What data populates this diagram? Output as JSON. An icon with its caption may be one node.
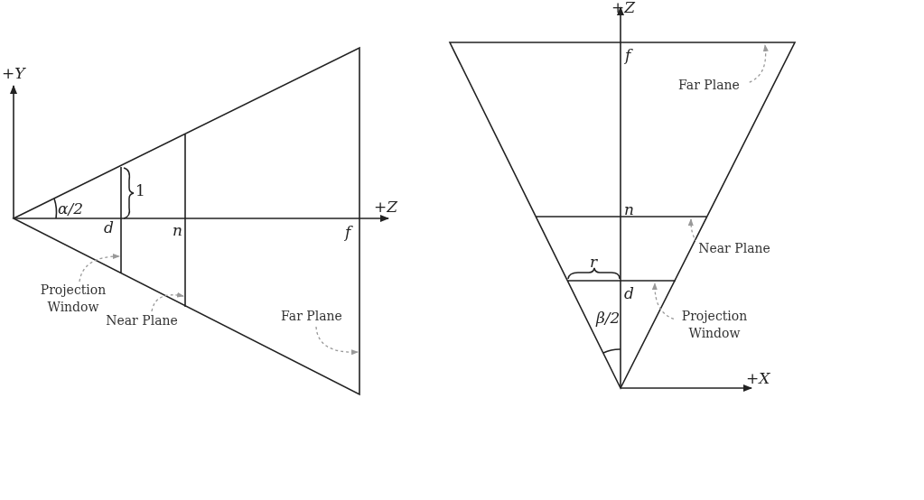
{
  "diagram": {
    "nodes": [
      {
        "text": [
          "Projection Window"
        ]
      },
      {
        "text": [
          "Near Plane"
        ]
      },
      {
        "text": [
          "Far Plane"
        ]
      },
      {
        "text": [
          "Far Plane"
        ]
      },
      {
        "text": [
          "Near Plane"
        ]
      },
      {
        "text": [
          "Projection Window"
        ]
      }
    ],
    "edges": [
      {
        "from": 0,
        "to": null,
        "arrow": "to",
        "style": "dashed"
      },
      {
        "from": 1,
        "to": null,
        "arrow": "to",
        "style": "dashed"
      },
      {
        "from": 2,
        "to": null,
        "arrow": "to",
        "style": "dashed"
      },
      {
        "from": 3,
        "to": null,
        "arrow": "to",
        "style": "dashed"
      },
      {
        "from": 4,
        "to": null,
        "arrow": "to",
        "style": "dashed"
      },
      {
        "from": 5,
        "to": null,
        "arrow": "to",
        "style": "dashed"
      }
    ],
    "labels": [
      "+Y",
      "α/2",
      "1",
      "+Z",
      "d",
      "n",
      "f",
      "+Z",
      "f",
      "n",
      "r",
      "d",
      "β/2",
      "+X"
    ]
  }
}
